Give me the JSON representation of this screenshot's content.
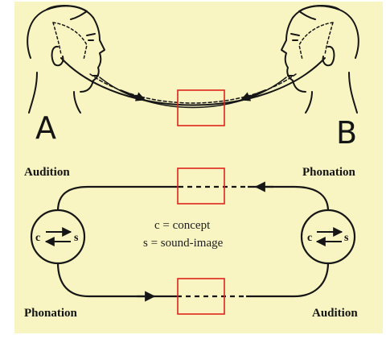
{
  "colors": {
    "background": "#f8f5c2",
    "ink": "#161616",
    "highlight": "#e0241c"
  },
  "speakers": {
    "left": "A",
    "right": "B"
  },
  "labels": {
    "top_left": "Audition",
    "top_right": "Phonation",
    "bottom_left": "Phonation",
    "bottom_right": "Audition"
  },
  "legend": {
    "line1": "c = concept",
    "line2": "s = sound-image"
  },
  "circles": {
    "left_c": "c",
    "left_s": "s",
    "right_c": "c",
    "right_s": "s"
  }
}
